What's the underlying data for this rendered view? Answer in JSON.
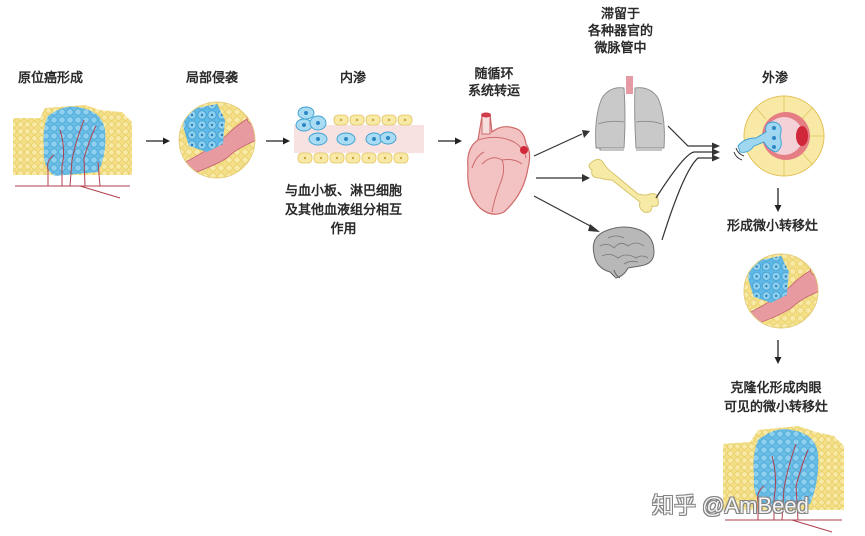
{
  "diagram": {
    "title": "",
    "stages": {
      "in_situ": {
        "label": "原位癌形成"
      },
      "local_invasion": {
        "label": "局部侵袭"
      },
      "intravasation": {
        "label": "内渗",
        "note_lines": [
          "与血小板、淋巴细胞",
          "及其他血液组分相互",
          "作用"
        ]
      },
      "circulation": {
        "label_lines": [
          "随循环",
          "系统转运"
        ]
      },
      "arrest": {
        "label_lines": [
          "滞留于",
          "各种器官的",
          "微脉管中"
        ],
        "organs": [
          "lung",
          "bone",
          "brain"
        ]
      },
      "extravasation": {
        "label": "外渗"
      },
      "micrometastasis": {
        "label": "形成微小转移灶"
      },
      "macrometastasis": {
        "label_lines": [
          "克隆化形成肉眼",
          "可见的微小转移灶"
        ]
      }
    },
    "colors": {
      "tumor_blue": "#5fb8e6",
      "tissue_yellow": "#f5e08a",
      "vessel_pink": "#e79aa0",
      "organ_gray": "#a7a7a7",
      "bone_yellow": "#f6eaa6",
      "arrow": "#222222"
    }
  },
  "watermark": {
    "text": "知乎 @AmBeed"
  }
}
